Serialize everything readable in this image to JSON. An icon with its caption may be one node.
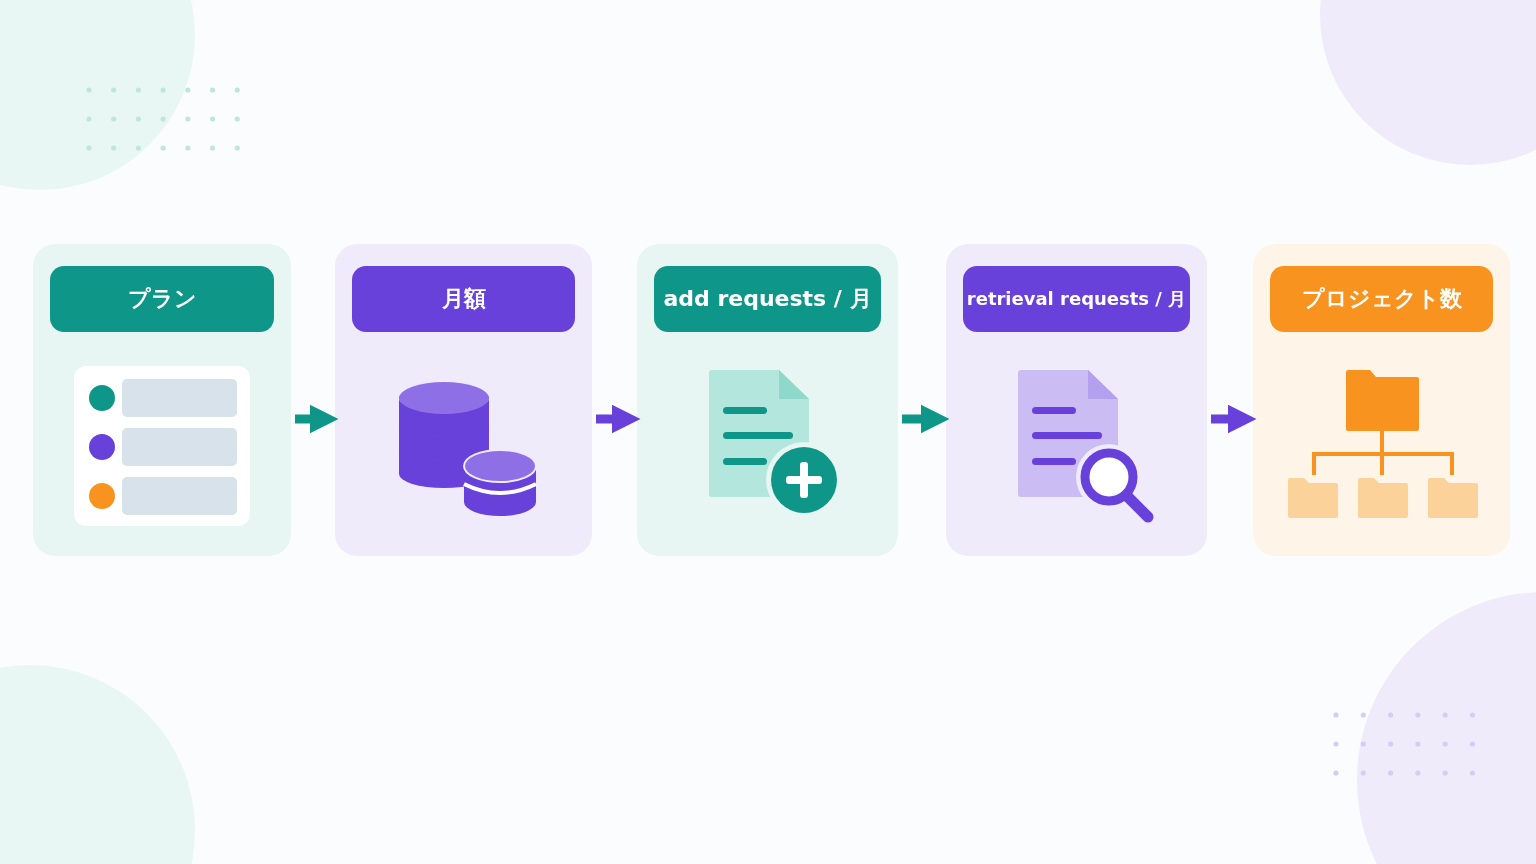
{
  "diagram": {
    "nodes": [
      {
        "text": [
          "プラン"
        ]
      },
      {
        "text": [
          "月額"
        ]
      },
      {
        "text": [
          "add requests / 月"
        ]
      },
      {
        "text": [
          "retrieval requests / 月"
        ]
      },
      {
        "text": [
          "プロジェクト数"
        ]
      }
    ],
    "edges": [
      {
        "from": 0,
        "to": 1,
        "arrow": "to",
        "color": "#0e9688"
      },
      {
        "from": 1,
        "to": 2,
        "arrow": "to",
        "color": "#6741d9"
      },
      {
        "from": 2,
        "to": 3,
        "arrow": "to",
        "color": "#0e9688"
      },
      {
        "from": 3,
        "to": 4,
        "arrow": "to",
        "color": "#6741d9"
      }
    ]
  }
}
